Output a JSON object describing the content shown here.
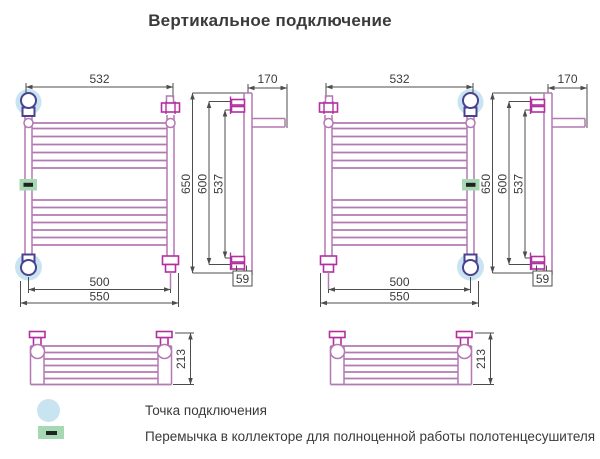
{
  "title": "Вертикальное подключение",
  "colors": {
    "pipe": "#b479b2",
    "fitting": "#b22fa0",
    "valve": "#4a4191",
    "halo": "#c8e4f0",
    "jumper_fill": "#a6d9b3",
    "jumper_dash": "#222222",
    "dim_line": "#4d4d4d",
    "text": "#3a3a3a"
  },
  "diagrams": {
    "left": {
      "width_top": "532",
      "depth_top": "170",
      "height_total": "650",
      "height_axis": "600",
      "height_mount": "537",
      "width_axis": "500",
      "width_total": "550",
      "offset_bottom": "59",
      "plan_depth": "213"
    },
    "right": {
      "width_top": "532",
      "depth_top": "170",
      "height_total": "650",
      "height_axis": "600",
      "height_mount": "537",
      "width_axis": "500",
      "width_total": "550",
      "offset_bottom": "59",
      "plan_depth": "213"
    }
  },
  "legend": {
    "connection_point": "Точка подключения",
    "jumper": "Перемычка в коллекторе для полноценной работы полотенцесушителя"
  }
}
